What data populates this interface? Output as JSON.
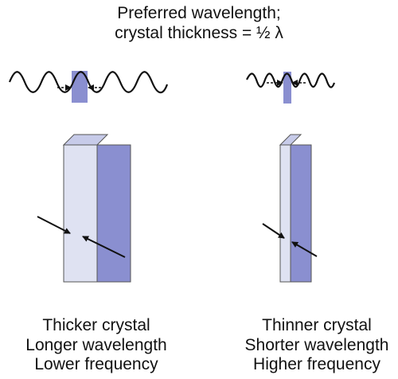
{
  "header": {
    "line1": "Preferred wavelength;",
    "line2": "crystal thickness = ½ λ"
  },
  "captions": {
    "thick": [
      "Thicker crystal",
      "Longer wavelength",
      "Lower frequency"
    ],
    "thin": [
      "Thinner crystal",
      "Shorter wavelength",
      "Higher frequency"
    ]
  },
  "colors": {
    "crystal_front": "#dfe2f2",
    "crystal_side": "#8a8fd0",
    "wavelength_marker": "#8a8fd0",
    "wave": "#111111"
  }
}
